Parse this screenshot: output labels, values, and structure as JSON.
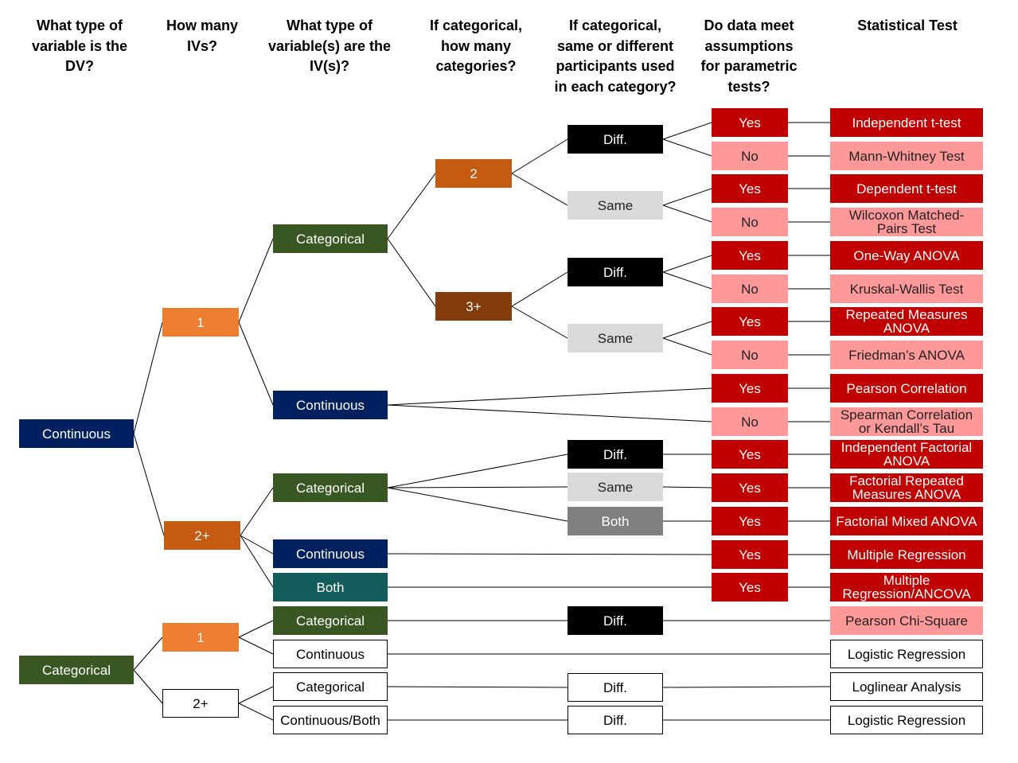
{
  "headers": [
    "What type of\nvariable is the\nDV?",
    "How many\nIVs?",
    "What type of\nvariable(s) are the\nIV(s)?",
    "If categorical,\nhow many\ncategories?",
    "If categorical,\nsame or different\nparticipants used\nin each category?",
    "Do data meet\nassumptions\nfor parametric\ntests?",
    "Statistical Test"
  ],
  "nodes": {
    "dv_cont": "Continuous",
    "dv_cat": "Categorical",
    "iv1_a": "1",
    "iv2_a": "2+",
    "iv1_b": "1",
    "iv2_b": "2+",
    "t_cat1": "Categorical",
    "t_cont1": "Continuous",
    "t_cat2": "Categorical",
    "t_cont2": "Continuous",
    "t_both": "Both",
    "t_cat3": "Categorical",
    "t_cont3": "Continuous",
    "t_cat4": "Categorical",
    "t_contboth": "Continuous/Both",
    "k2": "2",
    "k3": "3+",
    "p_diff1": "Diff.",
    "p_same1": "Same",
    "p_diff2": "Diff.",
    "p_same2": "Same",
    "p_diff3": "Diff.",
    "p_same3": "Same",
    "p_both3": "Both",
    "p_diff4": "Diff.",
    "p_diff5": "Diff.",
    "p_diff6": "Diff.",
    "a_y1": "Yes",
    "a_n1": "No",
    "a_y2": "Yes",
    "a_n2": "No",
    "a_y3": "Yes",
    "a_n3": "No",
    "a_y4": "Yes",
    "a_n4": "No",
    "a_y5": "Yes",
    "a_n5": "No",
    "a_y6": "Yes",
    "a_y7": "Yes",
    "a_y8": "Yes",
    "a_y9": "Yes",
    "a_y10": "Yes",
    "s1": "Independent t-test",
    "s2": "Mann-Whitney Test",
    "s3": "Dependent t-test",
    "s4": "Wilcoxon Matched-\nPairs Test",
    "s5": "One-Way ANOVA",
    "s6": "Kruskal-Wallis Test",
    "s7": "Repeated Measures\nANOVA",
    "s8": "Friedman’s ANOVA",
    "s9": "Pearson Correlation",
    "s10": "Spearman Correlation\nor Kendall’s Tau",
    "s11": "Independent Factorial\nANOVA",
    "s12": "Factorial Repeated\nMeasures ANOVA",
    "s13": "Factorial Mixed ANOVA",
    "s14": "Multiple Regression",
    "s15": "Multiple\nRegression/ANCOVA",
    "s16": "Pearson Chi-Square",
    "s17": "Logistic Regression",
    "s18": "Loglinear Analysis",
    "s19": "Logistic Regression"
  },
  "colors": {
    "navy": "#002060",
    "green": "#385723",
    "orange": "#ED7D31",
    "rust": "#C55A11",
    "brown": "#843C0C",
    "teal": "#145B5B",
    "black": "#000000",
    "light_gray": "#D9D9D9",
    "dark_gray": "#808080",
    "red": "#C00000",
    "pink": "#FF9999",
    "white": "#FFFFFF"
  }
}
